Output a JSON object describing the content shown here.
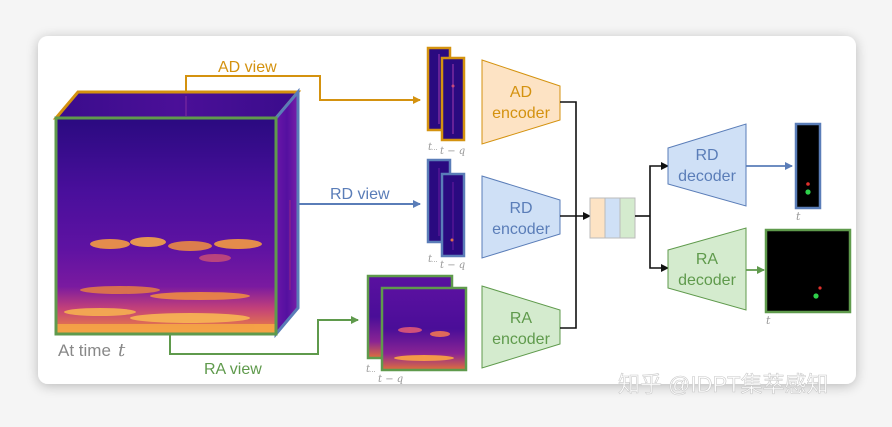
{
  "views": {
    "ad": "AD view",
    "rd": "RD view",
    "ra": "RA view"
  },
  "time_label": {
    "prefix": "At time",
    "var": "t"
  },
  "stack_labels": {
    "t": "t",
    "dots": "...",
    "tq": "t − q"
  },
  "encoders": {
    "ad": [
      "AD",
      "encoder"
    ],
    "rd": [
      "RD",
      "encoder"
    ],
    "ra": [
      "RA",
      "encoder"
    ]
  },
  "decoders": {
    "rd": [
      "RD",
      "decoder"
    ],
    "ra": [
      "RA",
      "decoder"
    ]
  },
  "output_labels": {
    "rd_t": "t",
    "ra_t": "t"
  },
  "watermark": "知乎 @IDPT集萃感知",
  "colors": {
    "ad": "#d4920f",
    "rd": "#5a7db8",
    "ra": "#5f9a4c",
    "ad_fill": "#fde3c4",
    "rd_fill": "#cfe0f6",
    "ra_fill": "#d4ebce",
    "plasma_dark": "#3d0c89",
    "plasma_mid": "#a3258f",
    "plasma_hot": "#f7a63a"
  }
}
